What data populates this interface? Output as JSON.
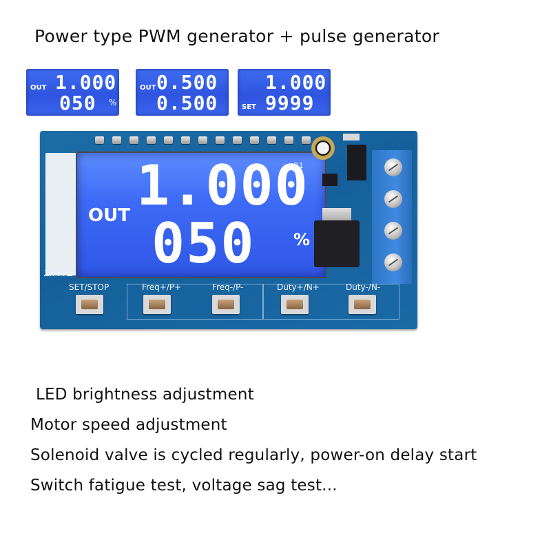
{
  "headline": "Power type PWM generator + pulse generator",
  "mini_displays": [
    {
      "label_top": "OUT",
      "value1": "1.000",
      "value2": "050",
      "unit": "%"
    },
    {
      "label_top": "OUT",
      "value1": "0.500",
      "value2": "0.500",
      "unit": ""
    },
    {
      "label_bottom": "SET",
      "value1": "1.000",
      "value2": "9999",
      "unit": ""
    }
  ],
  "board": {
    "lcd": {
      "label": "OUT",
      "value1": "1.000",
      "value2": "050",
      "unit": "%"
    },
    "model": "Zk-PPZ",
    "silk_r": "R1",
    "buttons": [
      "SET/STOP",
      "Freq+/P+",
      "Freq-/P-",
      "Duty+/N+",
      "Duty-/N-"
    ]
  },
  "features": [
    "LED brightness adjustment",
    "Motor speed adjustment",
    "Solenoid valve is cycled regularly, power-on delay start",
    "Switch fatigue test, voltage sag test..."
  ],
  "colors": {
    "lcd_blue": "#3d6af5",
    "pcb_blue": "#1a6aa6",
    "terminal_blue": "#3f8ae0"
  }
}
